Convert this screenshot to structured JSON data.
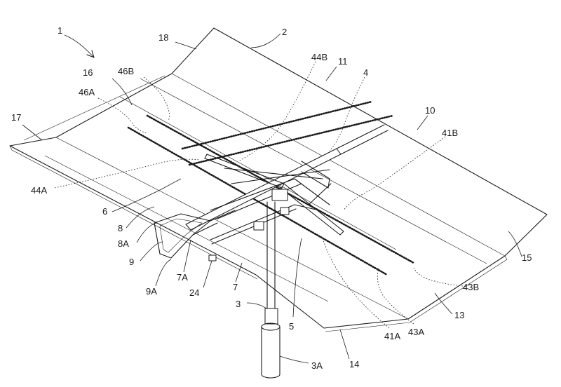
{
  "labels": {
    "l1": "1",
    "l2": "2",
    "l3": "3",
    "l3A": "3A",
    "l4": "4",
    "l5": "5",
    "l6": "6",
    "l7": "7",
    "l7A": "7A",
    "l8": "8",
    "l8A": "8A",
    "l9": "9",
    "l9A": "9A",
    "l10": "10",
    "l11": "11",
    "l13": "13",
    "l14": "14",
    "l15": "15",
    "l16": "16",
    "l17": "17",
    "l18": "18",
    "l24": "24",
    "l41A": "41A",
    "l41B": "41B",
    "l43A": "43A",
    "l43B": "43B",
    "l44A": "44A",
    "l44B": "44B",
    "l46A": "46A",
    "l46B": "46B"
  }
}
